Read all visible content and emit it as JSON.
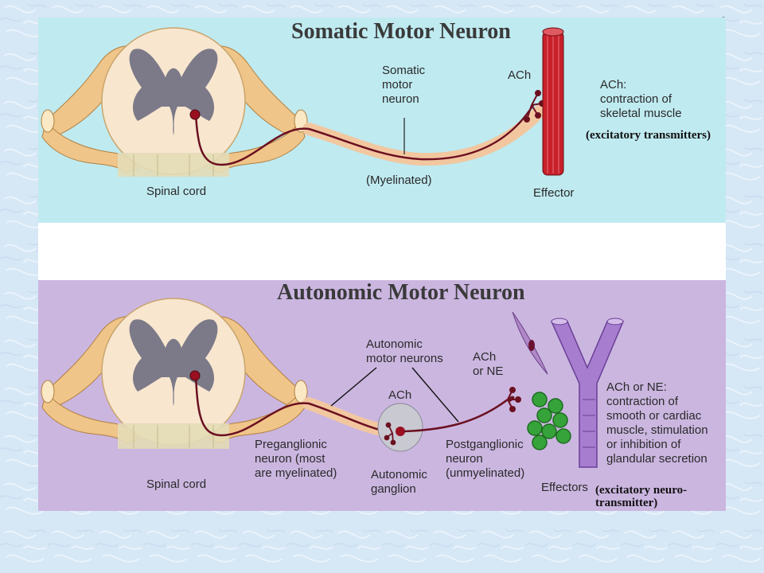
{
  "colors": {
    "top_panel": "#bfeaf0",
    "bottom_panel": "#cbb6e0",
    "nerve": "#f0c58a",
    "axon": "#6b1020",
    "muscle": "#c8202a",
    "vessel": "#a77dd0",
    "gland": "#36a33a"
  },
  "top": {
    "title": "Somatic Motor Neuron",
    "spinal_cord": "Spinal cord",
    "neuron_label": "Somatic\nmotor\nneuron",
    "myelinated": "(Myelinated)",
    "ach": "ACh",
    "effector": "Effector",
    "effect_text": "ACh:\ncontraction of\nskeletal muscle",
    "note": "(excitatory transmitters)"
  },
  "bottom": {
    "title": "Autonomic Motor Neuron",
    "spinal_cord": "Spinal cord",
    "neurons_label": "Autonomic\nmotor neurons",
    "ach_ganglion": "ACh",
    "ach_ne": "ACh\nor NE",
    "preganglionic": "Preganglionic\nneuron (most\nare myelinated)",
    "ganglion": "Autonomic\nganglion",
    "postganglionic": "Postganglionic\nneuron\n(unmyelinated)",
    "effectors": "Effectors",
    "effect_text": "ACh or NE:\ncontraction of\nsmooth or cardiac\nmuscle, stimulation\nor inhibition of\nglandular secretion",
    "note": "(excitatory neuro-\n transmitter)"
  },
  "corner_mark": "-"
}
